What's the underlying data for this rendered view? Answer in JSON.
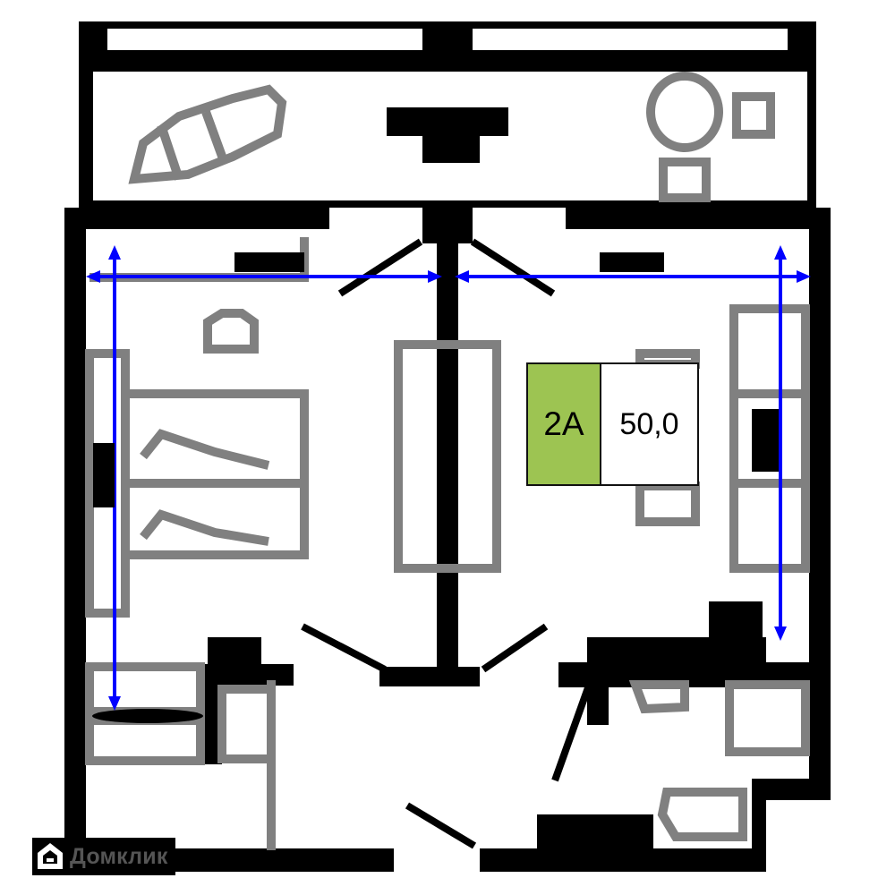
{
  "plan": {
    "apartment_type": "2A",
    "total_area": "50,0",
    "colors": {
      "wall": "#000000",
      "furniture": "#808080",
      "dimension_line": "#0000ff",
      "type_badge": "#9dc452",
      "background": "#ffffff"
    },
    "rooms": [
      {
        "name": "balcony",
        "label": ""
      },
      {
        "name": "bedroom",
        "label": ""
      },
      {
        "name": "living-room",
        "label": ""
      },
      {
        "name": "bathroom",
        "label": ""
      },
      {
        "name": "hallway",
        "label": ""
      }
    ]
  },
  "branding": {
    "logo_text": "Домклик"
  }
}
